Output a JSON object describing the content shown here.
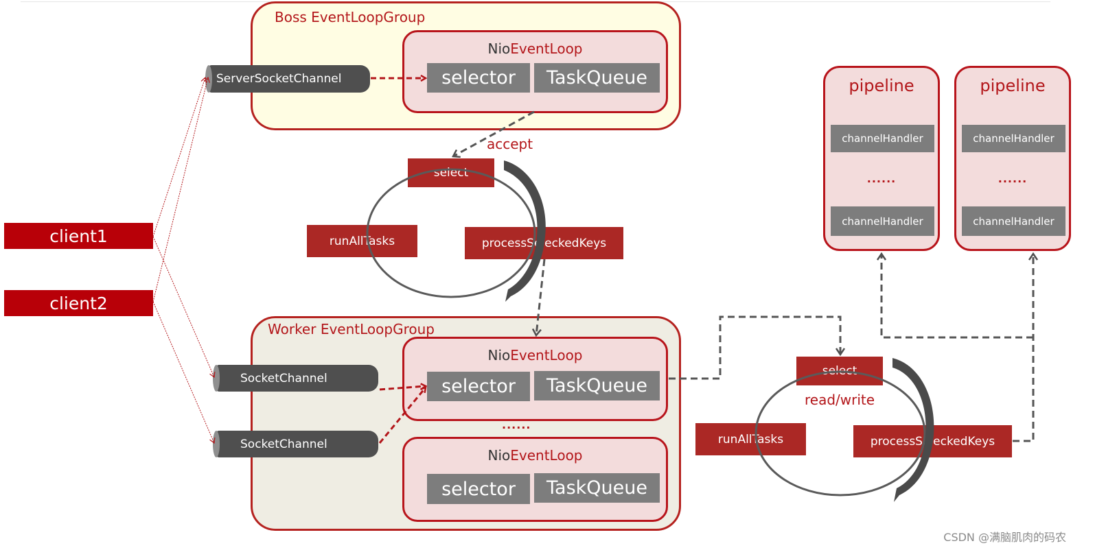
{
  "diagram": {
    "boss_group": {
      "title": "Boss EventLoopGroup",
      "event_loop": {
        "title_prefix": "Nio",
        "title_suffix": "EventLoop",
        "selector": "selector",
        "task_queue": "TaskQueue"
      },
      "channel": "ServerSocketChannel"
    },
    "boss_cycle": {
      "edge_label": "accept",
      "select": "select",
      "run_all_tasks": "runAllTasks",
      "process_keys": "processSeleckedKeys"
    },
    "clients": [
      "client1",
      "client2"
    ],
    "worker_group": {
      "title": "Worker EventLoopGroup",
      "channels": [
        "SocketChannel",
        "SocketChannel"
      ],
      "event_loops": [
        {
          "title_prefix": "Nio",
          "title_suffix": "EventLoop",
          "selector": "selector",
          "task_queue": "TaskQueue"
        },
        {
          "title_prefix": "Nio",
          "title_suffix": "EventLoop",
          "selector": "selector",
          "task_queue": "TaskQueue"
        }
      ],
      "ellipsis": "......"
    },
    "worker_cycle": {
      "edge_label": "read/write",
      "select": "select",
      "run_all_tasks": "runAllTasks",
      "process_keys": "processSeleckedKeys"
    },
    "pipelines": [
      {
        "title": "pipeline",
        "handlers": [
          "channelHandler",
          "channelHandler"
        ],
        "ellipsis": "......"
      },
      {
        "title": "pipeline",
        "handlers": [
          "channelHandler",
          "channelHandler"
        ],
        "ellipsis": "......"
      }
    ],
    "colors": {
      "group_border": "#b5221f",
      "accent_red": "#b3161a",
      "box_red": "#ab2825",
      "client_red": "#b80008",
      "gray_box": "#7d7d7d",
      "channel_dark": "#4f4f4f",
      "boss_bg": "#fffde3",
      "worker_bg": "#efede3",
      "loop_bg": "#f3dcdc"
    }
  },
  "watermark": "CSDN @满脑肌肉的码农"
}
